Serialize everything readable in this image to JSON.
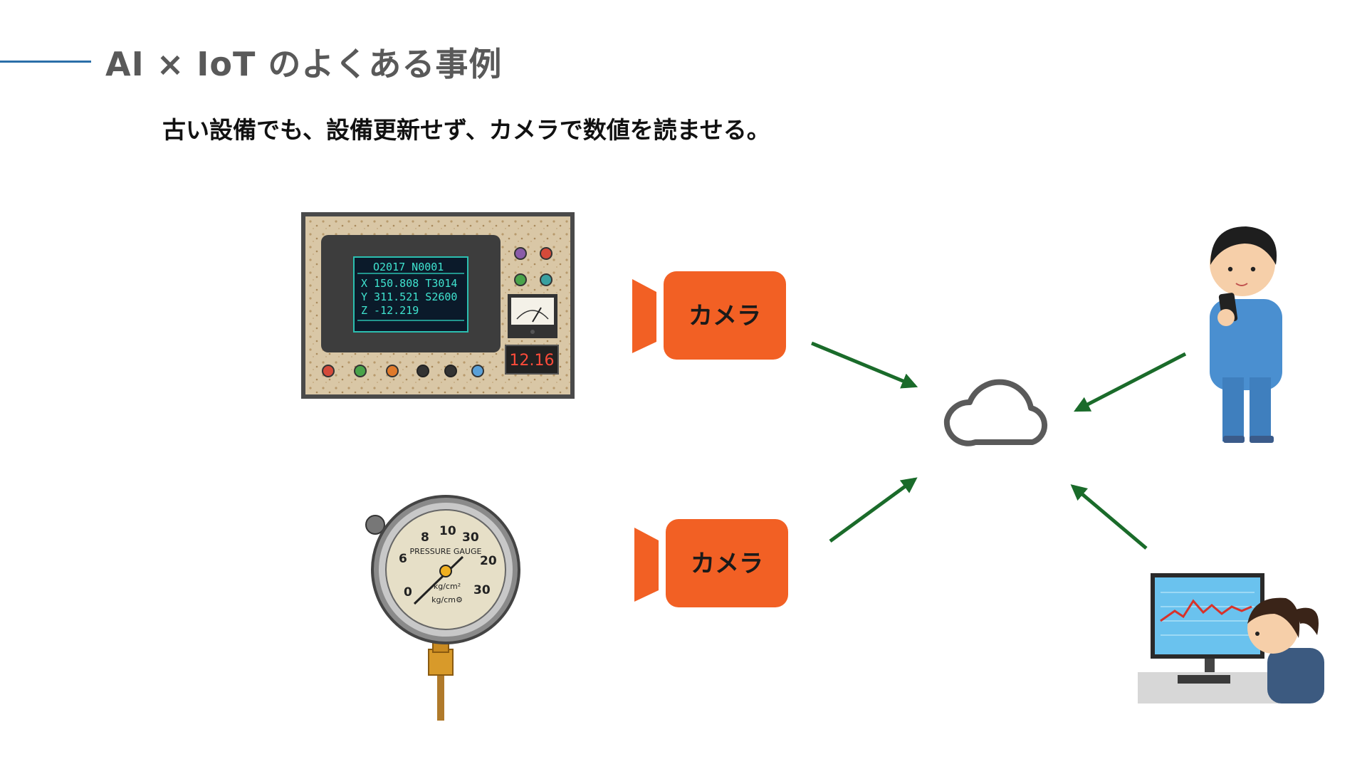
{
  "header": {
    "title": "AI × IoT のよくある事例",
    "subtitle": "古い設備でも、設備更新せず、カメラで数値を読ませる。"
  },
  "control_panel": {
    "lcd_lines": [
      "O2017  N0001",
      "X  150.808 T3014",
      "Y  311.521 S2600",
      "Z   -12.219"
    ],
    "red_display": "12.16"
  },
  "pressure_gauge": {
    "title": "PRESSURE GAUGE",
    "outer_scale": [
      "8",
      "10",
      "30",
      "6",
      "20",
      "0",
      "30"
    ],
    "unit1": "kg/cm²",
    "unit2": "kg/cm⚙"
  },
  "cameras": [
    {
      "label": "カメラ"
    },
    {
      "label": "カメラ"
    }
  ],
  "colors": {
    "camera_orange": "#f26024",
    "arrow_green": "#1a6b2a",
    "cloud_gray": "#5a5a5a",
    "rule_blue": "#2a6fa8"
  },
  "icons": [
    "cloud-icon",
    "camera-icon",
    "worker-with-phone",
    "operator-at-monitor"
  ]
}
